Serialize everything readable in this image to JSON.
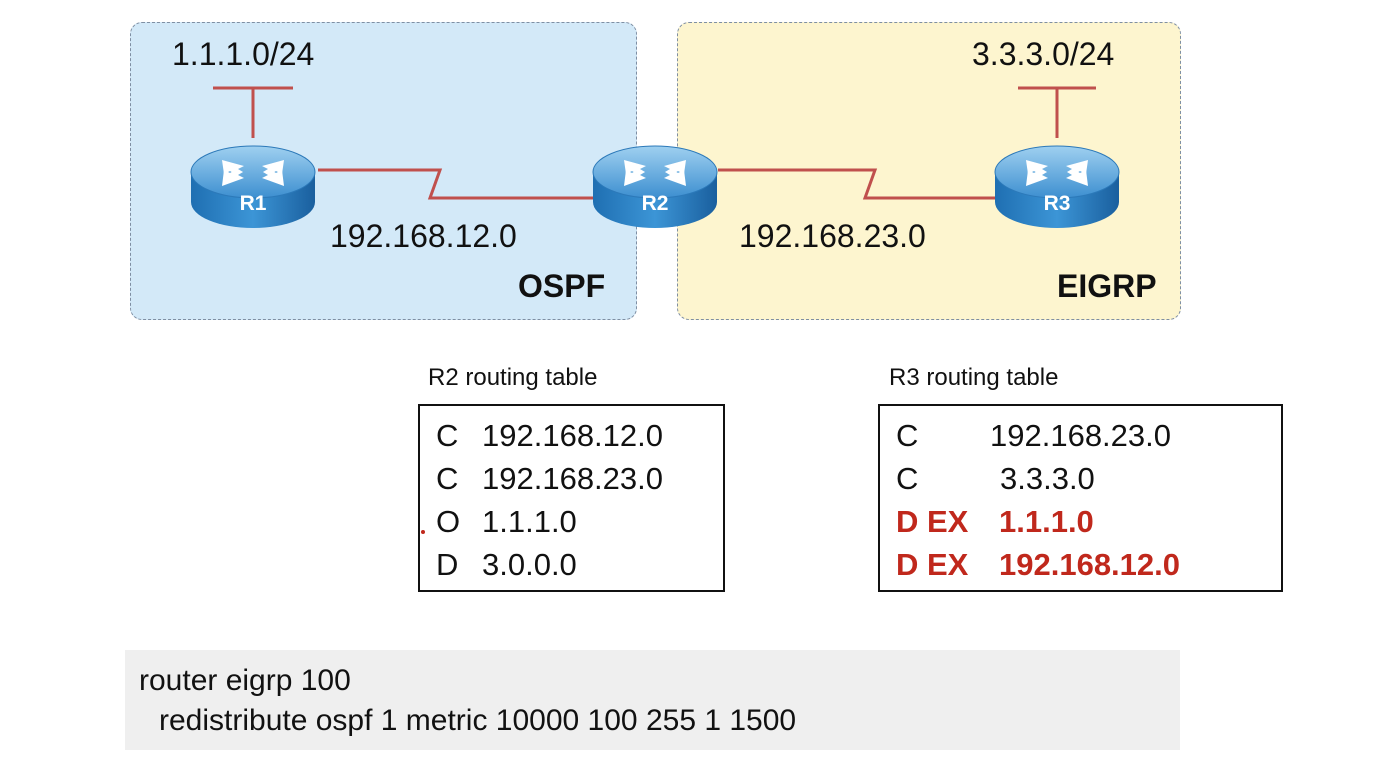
{
  "areas": {
    "ospf": {
      "label": "OSPF",
      "color": "#d3e9f8"
    },
    "eigrp": {
      "label": "EIGRP",
      "color": "#fdf5cf"
    }
  },
  "networks": {
    "r1_lan": "1.1.1.0/24",
    "r3_lan": "3.3.3.0/24",
    "link_12": "192.168.12.0",
    "link_23": "192.168.23.0"
  },
  "routers": [
    {
      "name": "R1"
    },
    {
      "name": "R2"
    },
    {
      "name": "R3"
    }
  ],
  "colors": {
    "link": "#c0504d",
    "router": "#1a6fb4",
    "highlight": "#c0281c"
  },
  "tables": {
    "r2": {
      "title": "R2 routing table",
      "rows": [
        {
          "code": "C",
          "network": "192.168.12.0"
        },
        {
          "code": "C",
          "network": "192.168.23.0"
        },
        {
          "code": "O",
          "network": "1.1.1.0"
        },
        {
          "code": "D",
          "network": "3.0.0.0"
        }
      ]
    },
    "r3": {
      "title": "R3 routing table",
      "rows": [
        {
          "code": "C",
          "network": "192.168.23.0"
        },
        {
          "code": "C",
          "network": "3.3.3.0"
        },
        {
          "code": "D EX",
          "network": "1.1.1.0"
        },
        {
          "code": "D EX",
          "network": "192.168.12.0"
        }
      ]
    }
  },
  "config": {
    "line1": "router eigrp 100",
    "line2": "redistribute ospf 1 metric  10000  100  255  1 1500"
  }
}
